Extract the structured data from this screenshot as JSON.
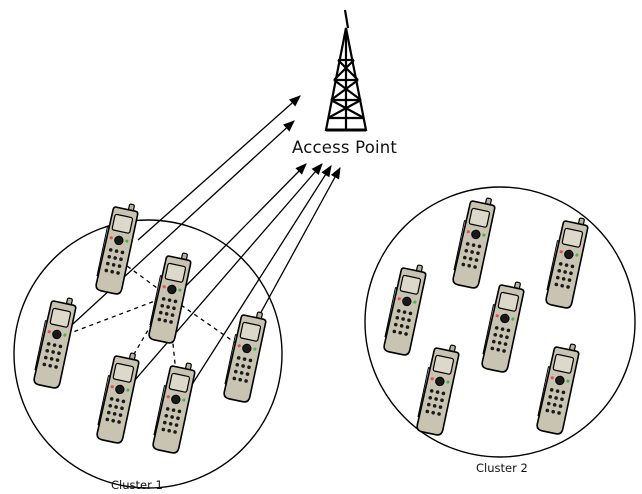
{
  "access_point": {
    "label": "Access Point",
    "icon": "antenna-tower-icon"
  },
  "clusters": [
    {
      "id": "cluster-1",
      "label": "Cluster 1",
      "device_count": 6
    },
    {
      "id": "cluster-2",
      "label": "Cluster 2",
      "device_count": 6
    }
  ],
  "device_icon": "mobile-phone-icon",
  "links": {
    "uplinks_to_access_point": 6,
    "intra_cluster_dashed_links": 5
  },
  "colors": {
    "phone_body": "#c9c3b2",
    "phone_screen": "#d9d6c8",
    "phone_key_accent": "#1a1a1a",
    "outline": "#000000",
    "green_key": "#4caf50",
    "red_key": "#d9534f"
  }
}
